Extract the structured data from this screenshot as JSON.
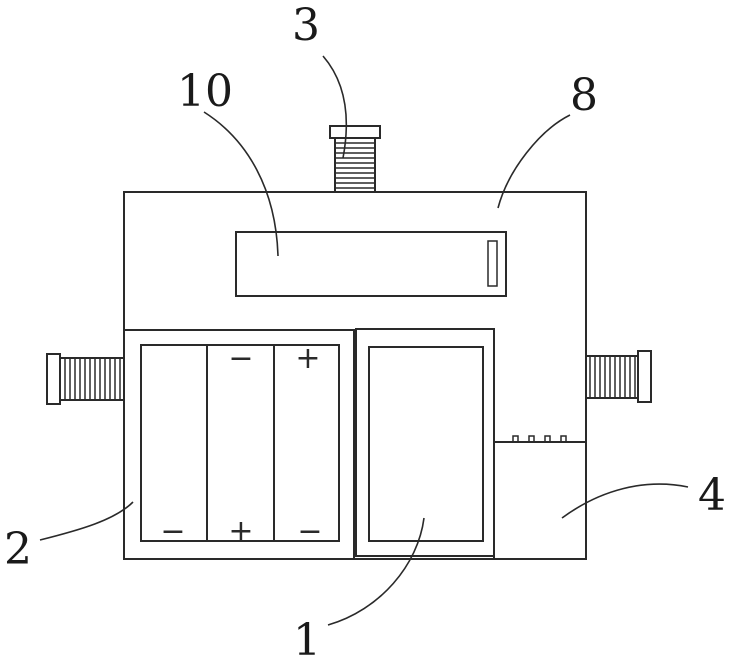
{
  "labels": {
    "l1": "1",
    "l2": "2",
    "l3": "3",
    "l4": "4",
    "l8": "8",
    "l10": "10"
  },
  "battery_signs": {
    "cell2_top": "−",
    "cell3_top": "+",
    "cell1_bottom": "−",
    "cell2_bottom": "+",
    "cell3_bottom": "−"
  }
}
